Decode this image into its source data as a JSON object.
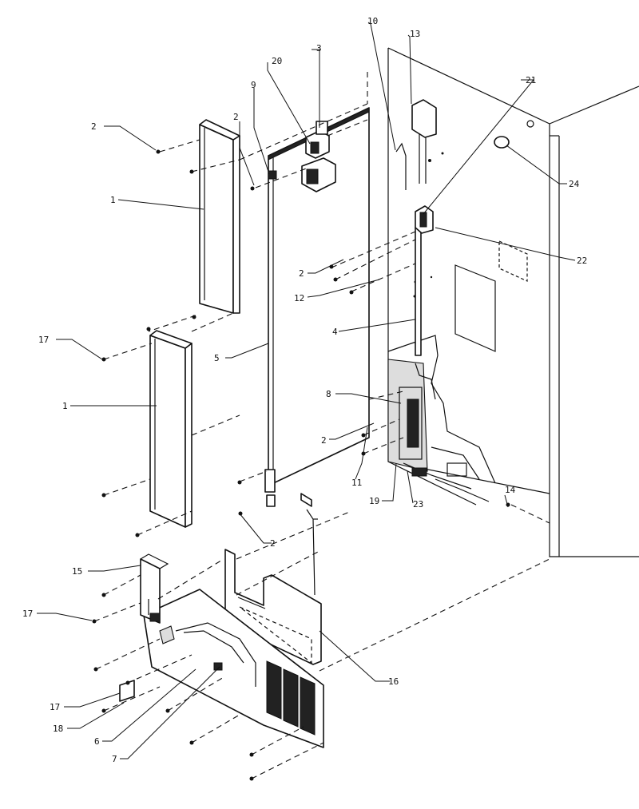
{
  "callouts": {
    "c1a": "1",
    "c1b": "1",
    "c2a": "2",
    "c2b": "2",
    "c2c": "2",
    "c2d": "2",
    "c2e": "2",
    "c3": "3",
    "c4": "4",
    "c5": "5",
    "c6": "6",
    "c7": "7",
    "c8": "8",
    "c9": "9",
    "c10": "10",
    "c11": "11",
    "c12": "12",
    "c13": "13",
    "c14": "14",
    "c15": "15",
    "c16": "16",
    "c17a": "17",
    "c17b": "17",
    "c17c": "17",
    "c18": "18",
    "c19": "19",
    "c20": "20",
    "c21": "21",
    "c22": "22",
    "c23": "23",
    "c24": "24"
  }
}
